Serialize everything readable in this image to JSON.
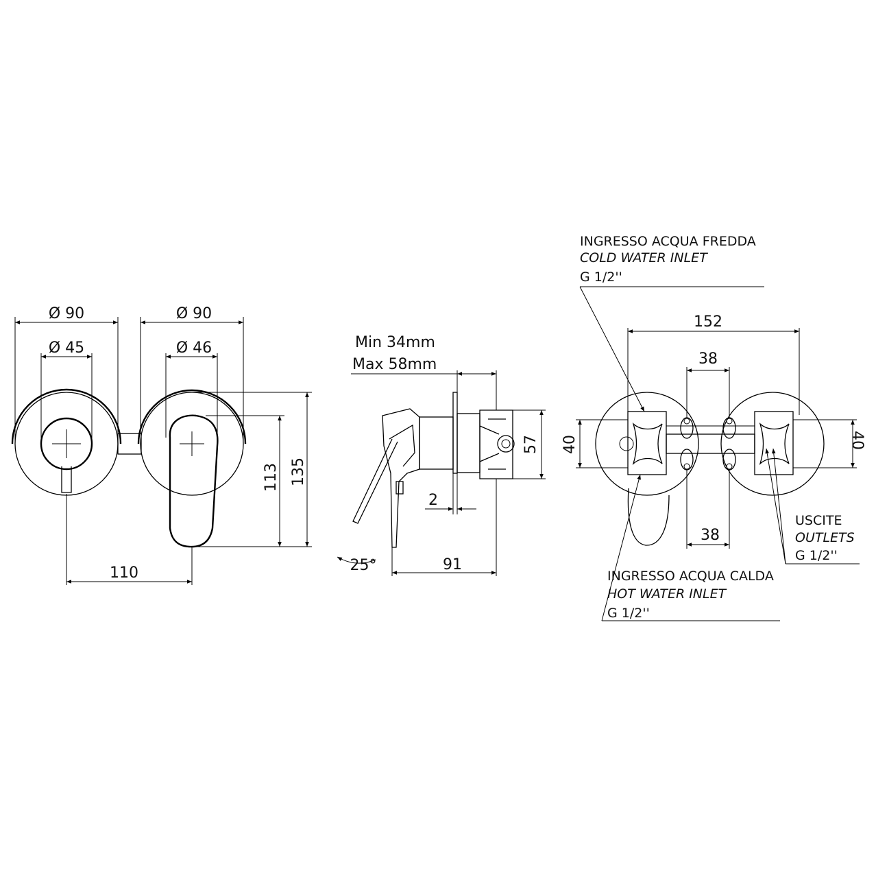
{
  "front_view": {
    "dia_outer_left": "Ø 90",
    "dia_inner_left": "Ø 45",
    "dia_outer_right": "Ø 90",
    "dia_inner_right": "Ø 46",
    "height_113": "113",
    "height_135": "135",
    "width_110": "110"
  },
  "side_view": {
    "min_depth": "Min 34mm",
    "max_depth": "Max 58mm",
    "height_57": "57",
    "thickness_2": "2",
    "length_91": "91",
    "angle_25": "25°"
  },
  "rear_view": {
    "width_152": "152",
    "spacing_38_top": "38",
    "spacing_38_bottom": "38",
    "height_40_left": "40",
    "height_40_right": "40",
    "cold_inlet_it": "INGRESSO ACQUA FREDDA",
    "cold_inlet_en": "COLD WATER INLET",
    "cold_inlet_thread": "G 1/2''",
    "hot_inlet_it": "INGRESSO ACQUA CALDA",
    "hot_inlet_en": "HOT WATER INLET",
    "hot_inlet_thread": "G 1/2''",
    "outlets_it": "USCITE",
    "outlets_en": "OUTLETS",
    "outlets_thread": "G 1/2''"
  }
}
